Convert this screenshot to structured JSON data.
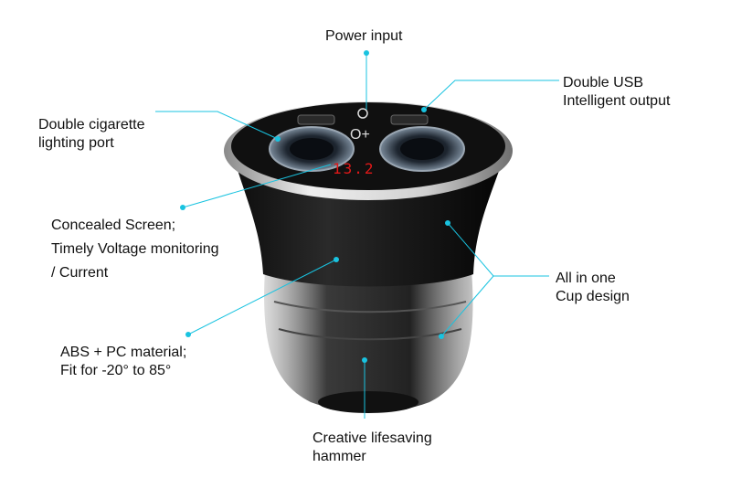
{
  "annotations": {
    "power_input": "Power input",
    "double_usb": [
      "Double USB",
      "Intelligent output"
    ],
    "double_cigarette": [
      "Double cigarette",
      "lighting port"
    ],
    "concealed_screen": [
      "Concealed Screen;",
      "Timely Voltage monitoring",
      "/ Current"
    ],
    "cup_design": [
      "All in one",
      "Cup design"
    ],
    "abs_pc": [
      "ABS + PC material;",
      "Fit for -20° to 85°"
    ],
    "hammer": [
      "Creative lifesaving",
      "hammer"
    ]
  },
  "device": {
    "display_reading": "13.2",
    "display_color": "#e01818",
    "body_color": "#1a1a1a",
    "bezel_color": "#c9c9c9"
  },
  "accent_color": "#19c3e0"
}
